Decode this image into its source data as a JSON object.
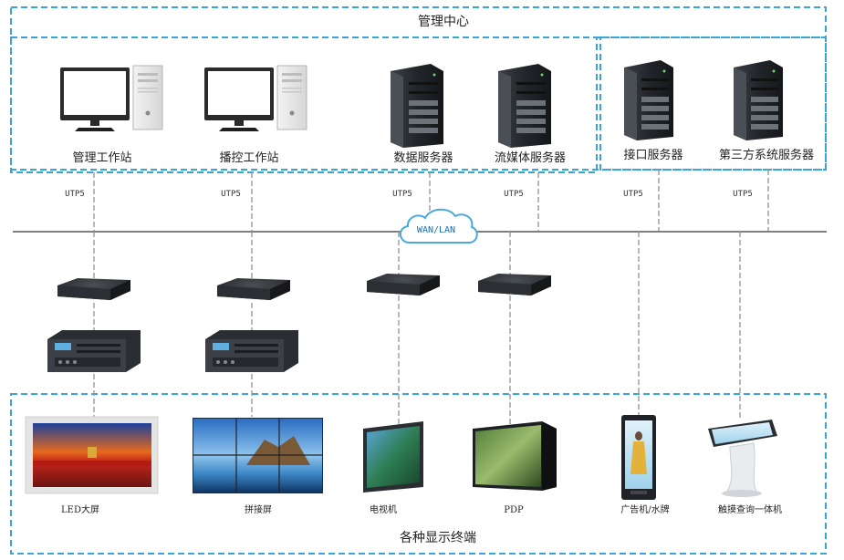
{
  "top_group": {
    "title": "管理中心"
  },
  "bottom_group": {
    "title": "各种显示终端"
  },
  "network": {
    "label": "WAN/LAN",
    "link_label": "UTP5"
  },
  "workstations": [
    {
      "label": "管理工作站",
      "icon": "desktop-pc-icon"
    },
    {
      "label": "播控工作站",
      "icon": "desktop-pc-icon"
    }
  ],
  "servers": [
    {
      "label": "数据服务器",
      "icon": "tower-server-icon"
    },
    {
      "label": "流媒体服务器",
      "icon": "tower-server-icon"
    }
  ],
  "extra_servers": [
    {
      "label": "接口服务器",
      "icon": "tower-server-icon"
    },
    {
      "label": "第三方系统服务器",
      "icon": "tower-server-icon"
    }
  ],
  "players": [
    {
      "icon": "media-player-box-icon"
    },
    {
      "icon": "media-player-box-icon"
    },
    {
      "icon": "media-player-box-icon"
    },
    {
      "icon": "media-player-box-icon"
    }
  ],
  "processors": [
    {
      "icon": "video-processor-icon"
    },
    {
      "icon": "video-processor-icon"
    }
  ],
  "terminals": [
    {
      "label": "LED大屏",
      "icon": "led-screen-icon"
    },
    {
      "label": "拼接屏",
      "icon": "video-wall-icon"
    },
    {
      "label": "电视机",
      "icon": "tv-icon"
    },
    {
      "label": "PDP",
      "icon": "pdp-display-icon"
    },
    {
      "label": "广告机/水牌",
      "icon": "ad-kiosk-icon"
    },
    {
      "label": "触摸查询一体机",
      "icon": "touch-kiosk-icon"
    }
  ],
  "colors": {
    "dashed_border": "#3aa3d8",
    "wan_line": "#7f7f7f",
    "drop_line": "#999999",
    "cloud_stroke": "#4aa8dc"
  }
}
